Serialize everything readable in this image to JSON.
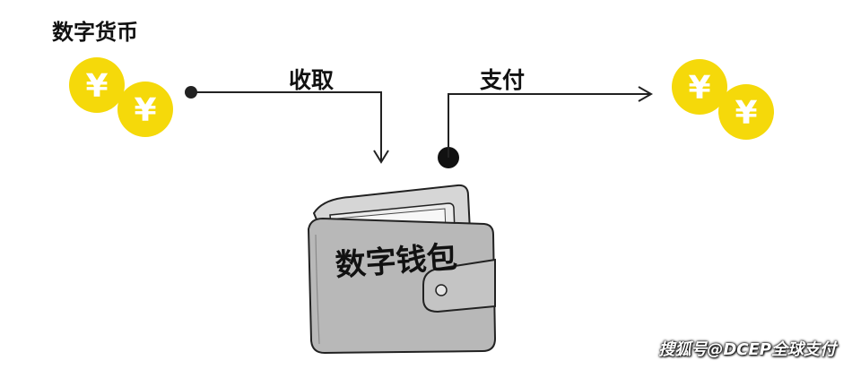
{
  "title": "数字货币",
  "flow": {
    "receive_label": "收取",
    "pay_label": "支付"
  },
  "wallet": {
    "label": "数字钱包"
  },
  "coin": {
    "symbol": "¥",
    "color": "#f5d90a"
  },
  "wallet_colors": {
    "body": "#b8b8b8",
    "inner": "#e0e0e0",
    "outline": "#222222"
  },
  "watermark": "搜狐号@DCEP全球支付"
}
